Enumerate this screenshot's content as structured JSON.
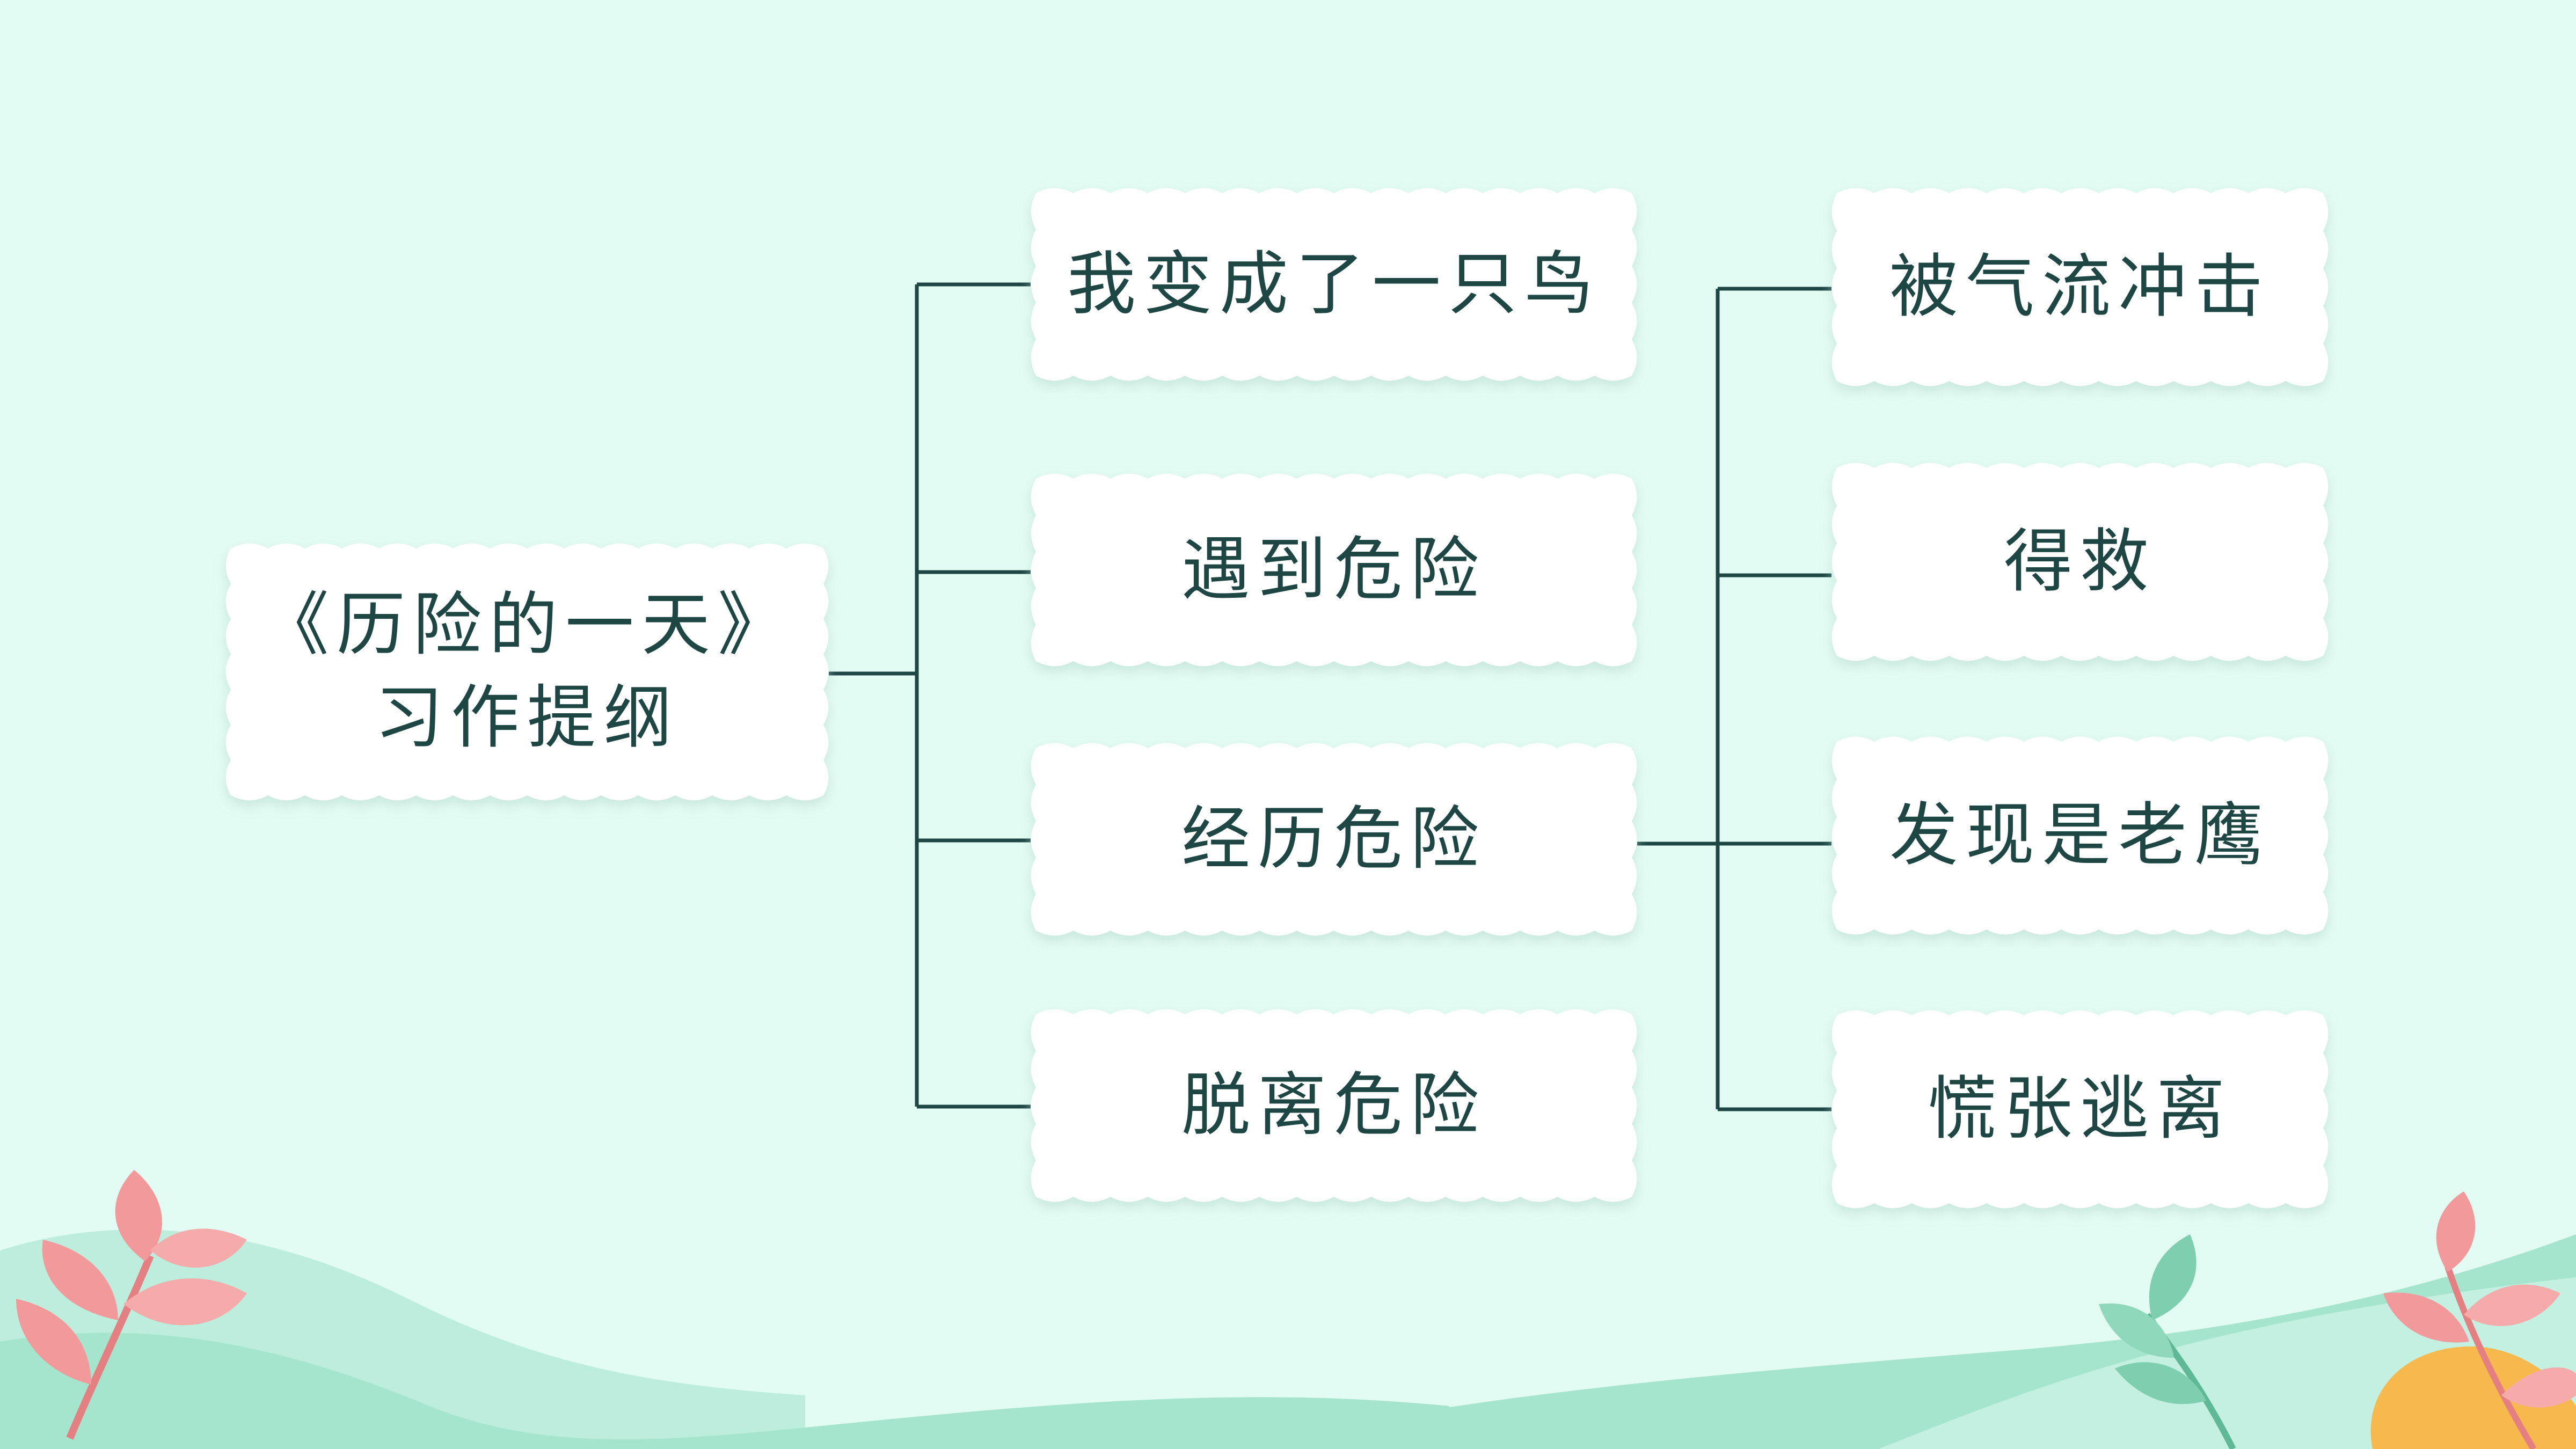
{
  "diagram": {
    "root": {
      "line1": "《历险的一天》",
      "line2": "习作提纲"
    },
    "stages": [
      {
        "label": "我变成了一只鸟"
      },
      {
        "label": "遇到危险"
      },
      {
        "label": "经历危险"
      },
      {
        "label": "脱离危险"
      }
    ],
    "details": [
      {
        "label": "被气流冲击"
      },
      {
        "label": "得救"
      },
      {
        "label": "发现是老鹰"
      },
      {
        "label": "慌张逃离"
      }
    ]
  },
  "colors": {
    "background": "#e2fbf3",
    "card": "#ffffff",
    "card_shadow": "#cfe7dd",
    "line": "#1e4744",
    "text": "#1e4744",
    "hill_light": "#bdeedd",
    "hill_mid": "#9fe2c8",
    "leaf_pink": "#f29a9b",
    "leaf_green": "#7ecfb0",
    "leaf_orange": "#f7b94d"
  }
}
